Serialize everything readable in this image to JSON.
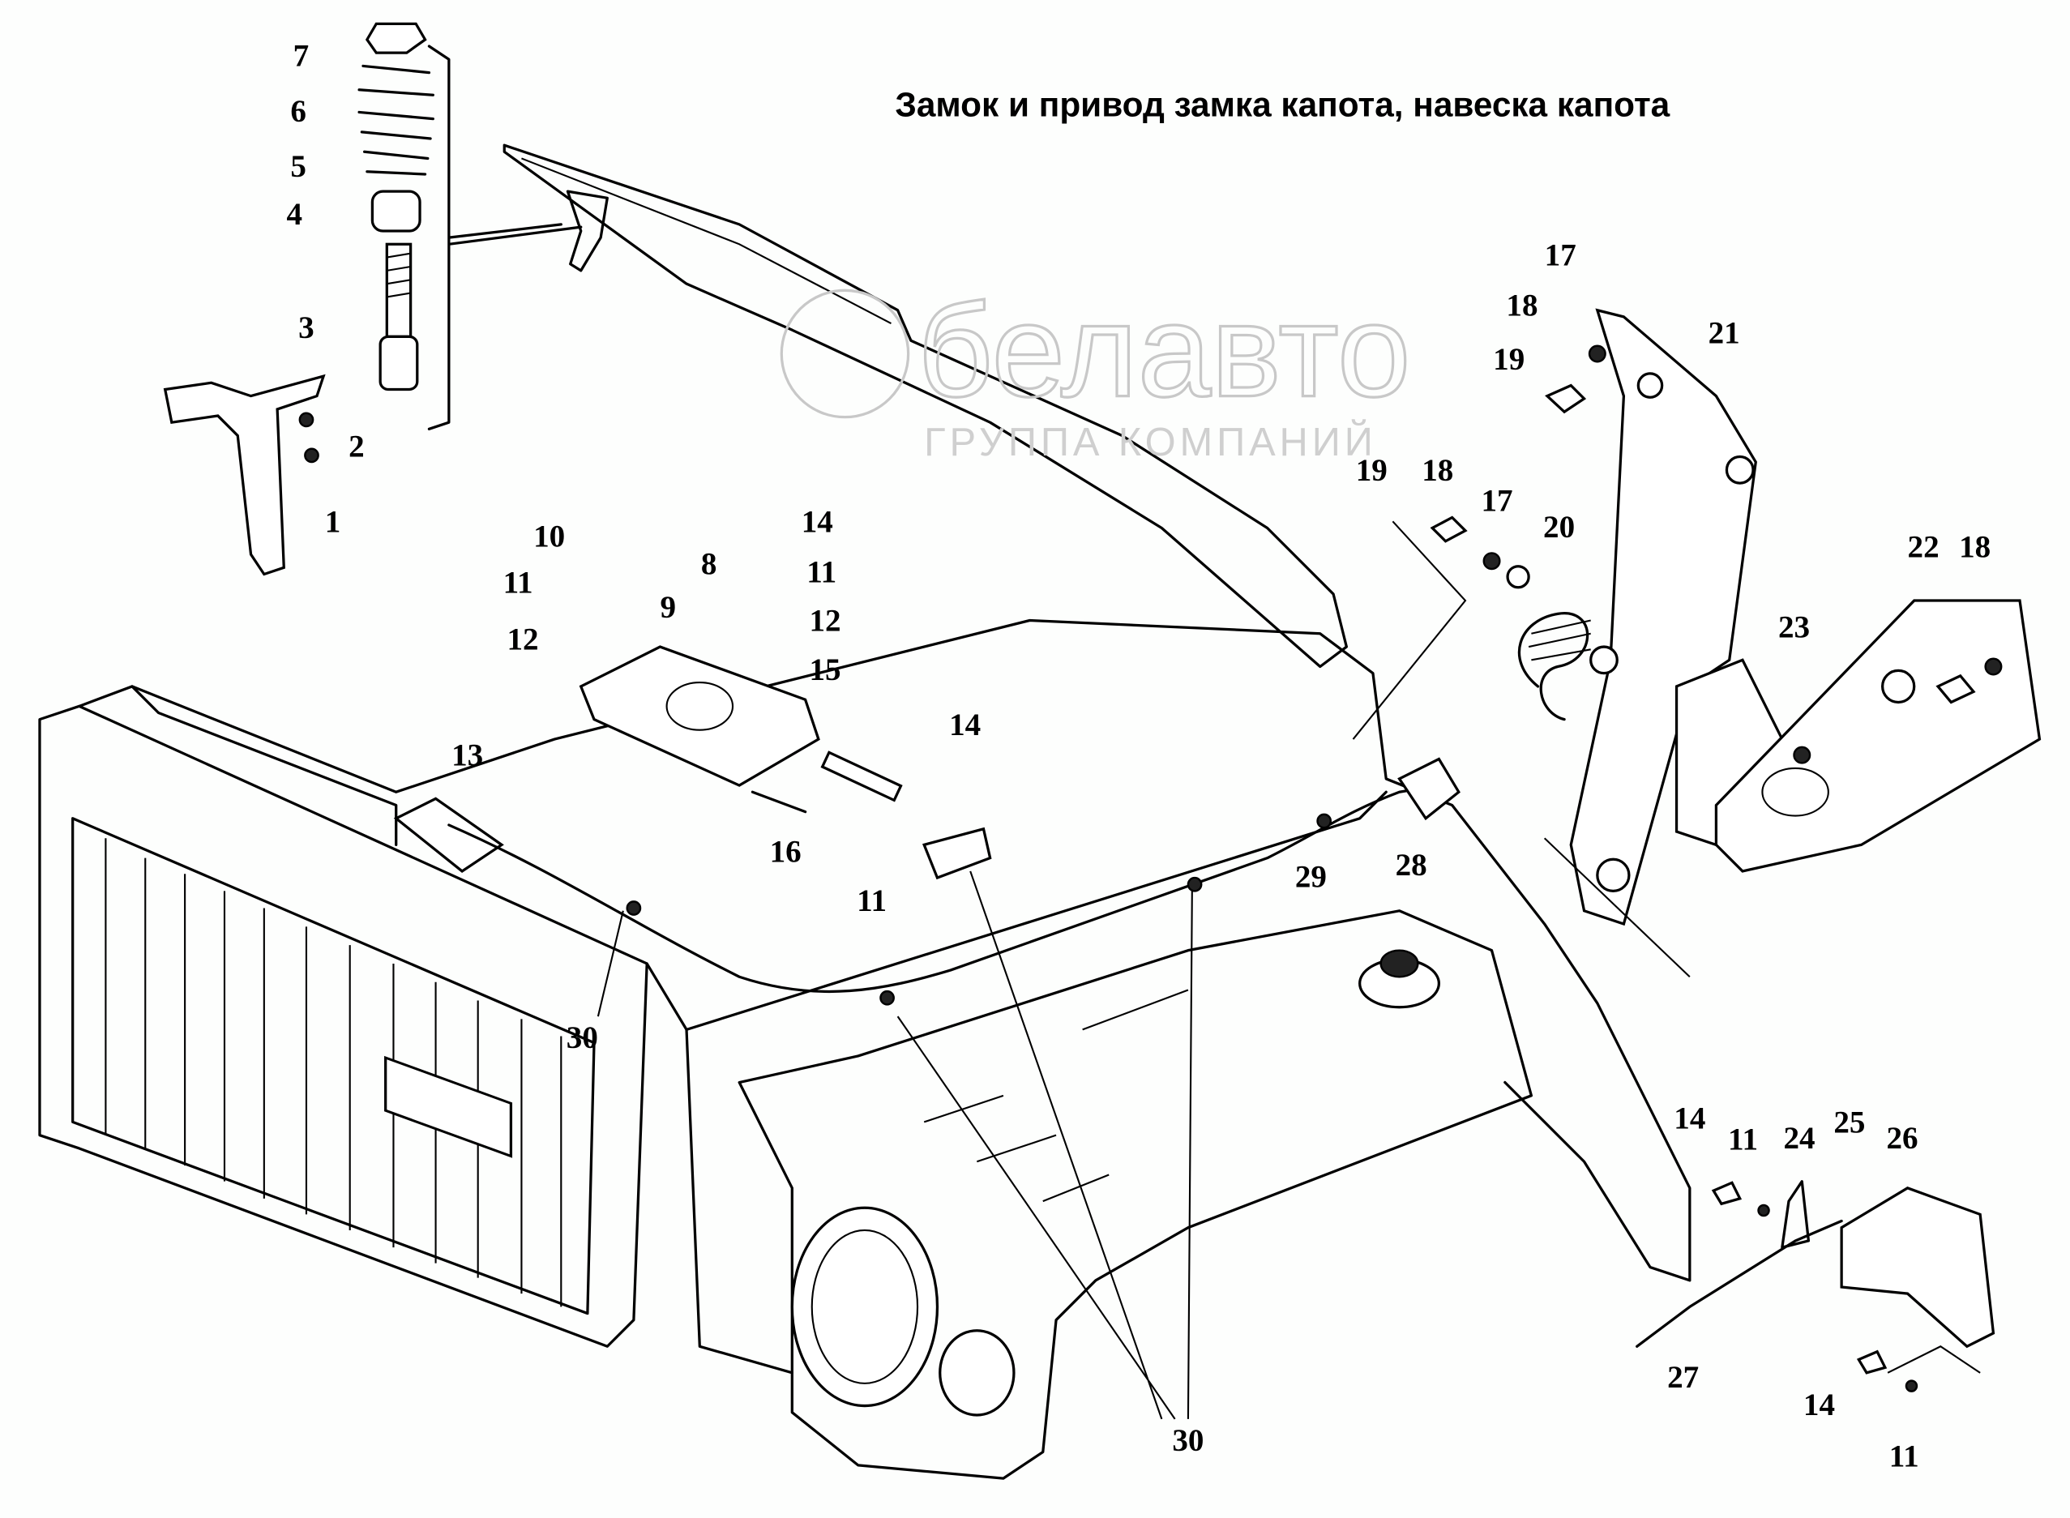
{
  "title": "Замок и привод замка капота, навеска капота",
  "watermark": {
    "brand": "белавто",
    "subtitle": "ГРУППА КОМПАНИЙ"
  },
  "callouts": [
    "7",
    "6",
    "5",
    "4",
    "3",
    "2",
    "1",
    "10",
    "11",
    "12",
    "9",
    "8",
    "14",
    "11",
    "12",
    "15",
    "13",
    "16",
    "14",
    "11",
    "30",
    "30",
    "29",
    "28",
    "19",
    "18",
    "17",
    "20",
    "17",
    "18",
    "19",
    "21",
    "22",
    "18",
    "23",
    "14",
    "11",
    "24",
    "25",
    "26",
    "27",
    "14",
    "11"
  ]
}
